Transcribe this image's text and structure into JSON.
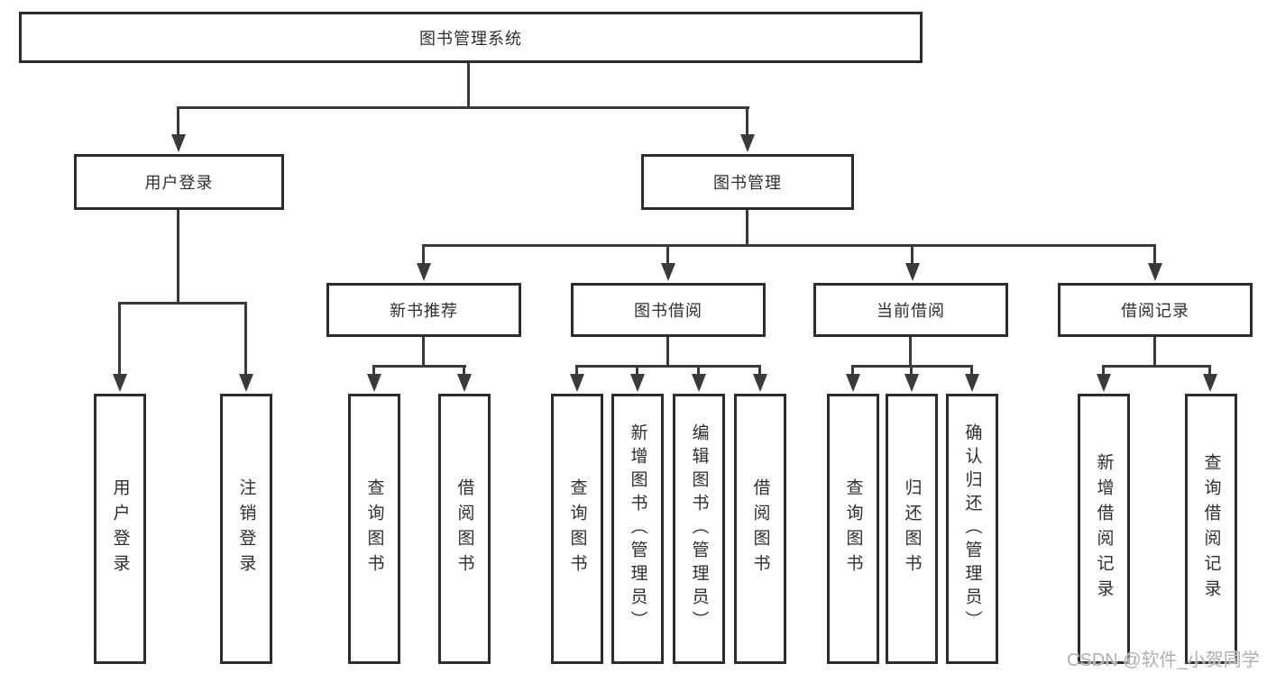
{
  "watermark": "CSDN @软件_小贺同学",
  "diagram": {
    "root": {
      "label": "图书管理系统"
    },
    "branches": [
      {
        "label": "用户登录",
        "children": [
          {
            "label": "用户登录"
          },
          {
            "label": "注销登录"
          }
        ]
      },
      {
        "label": "图书管理",
        "children": [
          {
            "label": "新书推荐",
            "children": [
              {
                "label": "查询图书"
              },
              {
                "label": "借阅图书"
              }
            ]
          },
          {
            "label": "图书借阅",
            "children": [
              {
                "label": "查询图书"
              },
              {
                "label": "新增图书（管理员）"
              },
              {
                "label": "编辑图书（管理员）"
              },
              {
                "label": "借阅图书"
              }
            ]
          },
          {
            "label": "当前借阅",
            "children": [
              {
                "label": "查询图书"
              },
              {
                "label": "归还图书"
              },
              {
                "label": "确认归还（管理员）"
              }
            ]
          },
          {
            "label": "借阅记录",
            "children": [
              {
                "label": "新增借阅记录"
              },
              {
                "label": "查询借阅记录"
              }
            ]
          }
        ]
      }
    ]
  }
}
